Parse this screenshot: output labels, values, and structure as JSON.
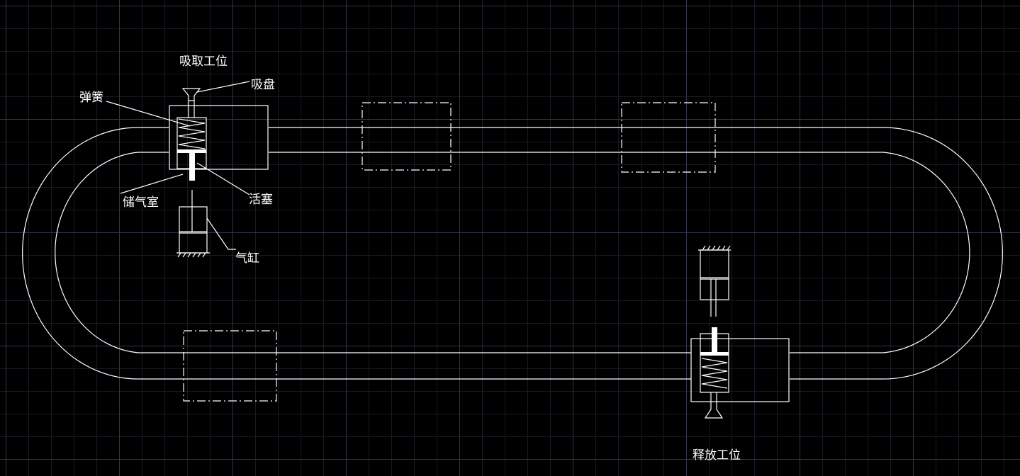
{
  "labels": {
    "pickup_station": "吸取工位",
    "suction_cup": "吸盘",
    "spring": "弹簧",
    "gas_chamber": "储气室",
    "piston": "活塞",
    "cylinder": "气缸",
    "release_station": "释放工位"
  },
  "colors": {
    "background": "#000000",
    "line": "#ffffff",
    "grid_major": "#31364a",
    "grid_minor": "#181b26"
  },
  "icons": {
    "suction_cup": "suction-cup-icon",
    "spring": "spring-icon",
    "ground_hatch": "ground-hatch-icon"
  }
}
